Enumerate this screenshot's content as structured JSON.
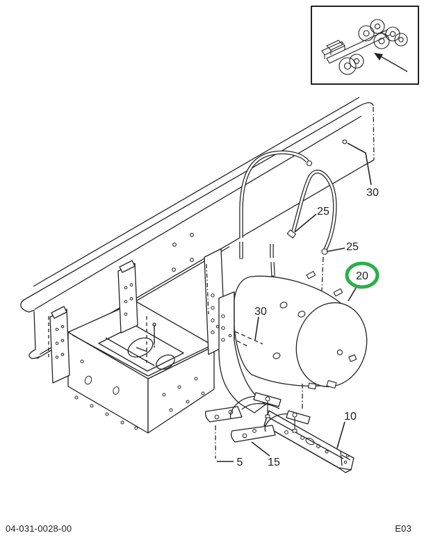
{
  "diagram": {
    "callouts": {
      "c30_top": "30",
      "c25_a": "25",
      "c25_b": "25",
      "c20": "20",
      "c30_mid": "30",
      "c10": "10",
      "c5": "5",
      "c15": "15"
    },
    "highlight_color": "#2BAF4A",
    "line_color": "#222222"
  },
  "footer": {
    "doc_number": "04-031-0028-00",
    "page_code": "E03"
  },
  "inset": {
    "icon": "truck-chassis-locator"
  }
}
